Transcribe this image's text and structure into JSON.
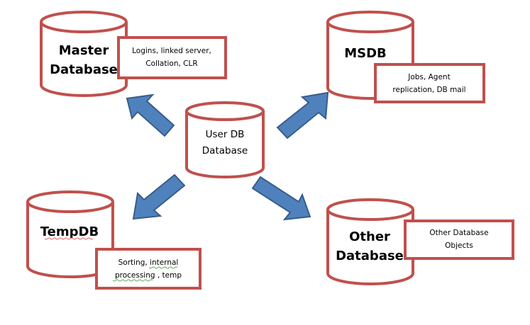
{
  "diagram": {
    "center": {
      "name": "user-db",
      "lines": [
        "User DB",
        "Database"
      ]
    },
    "nodes": [
      {
        "id": "master",
        "lines": [
          "Master",
          "Database"
        ],
        "note": [
          "Logins, linked server,",
          "Collation, CLR"
        ]
      },
      {
        "id": "msdb",
        "lines": [
          "MSDB"
        ],
        "note": [
          "Jobs, Agent",
          "replication, DB mail"
        ]
      },
      {
        "id": "tempdb",
        "lines": [
          "TempDB"
        ],
        "note": [
          "Sorting, internal",
          "processing , temp"
        ]
      },
      {
        "id": "other",
        "lines": [
          "Other",
          "Database"
        ],
        "note": [
          "Other Database",
          "Objects"
        ]
      }
    ],
    "arrows": [
      {
        "from": "user-db",
        "to": "master",
        "direction": "up-left"
      },
      {
        "from": "user-db",
        "to": "msdb",
        "direction": "up-right"
      },
      {
        "from": "user-db",
        "to": "tempdb",
        "direction": "down-left"
      },
      {
        "from": "user-db",
        "to": "other",
        "direction": "down-right"
      }
    ],
    "colors": {
      "outline": "#c0504d",
      "arrow_fill": "#4f81bd",
      "arrow_stroke": "#385d8a"
    }
  }
}
